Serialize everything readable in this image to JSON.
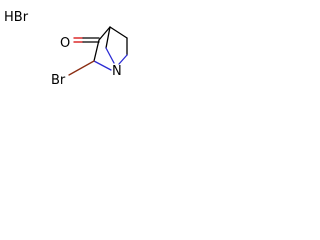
{
  "structure": {
    "salt_label": "HBr",
    "oxygen_label": "O",
    "bromine_label": "Br",
    "nitrogen_label": "N"
  },
  "colors": {
    "bond": "#000000",
    "oxygen": "#d40000",
    "nitrogen": "#2b2bd4",
    "bromine": "#8b2d12",
    "background": "#ffffff"
  }
}
